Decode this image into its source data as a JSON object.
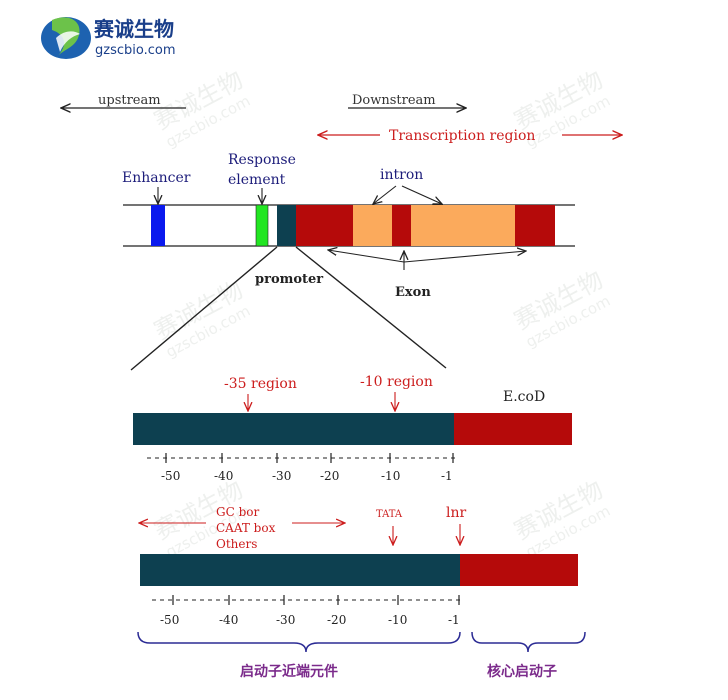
{
  "logo": {
    "name_cn": "赛诚生物",
    "url": "gzscbio.com"
  },
  "watermark": {
    "name_cn": "赛诚生物",
    "url": "gzscbio.com"
  },
  "labels": {
    "upstream": "upstream",
    "downstream": "Downstream",
    "transcription_region": "Transcription    region",
    "enhancer": "Enhancer",
    "response_line1": "Response",
    "response_line2": "element",
    "intron": "intron",
    "promoter": "promoter",
    "exon": "Exon",
    "minus35": "-35 region",
    "minus10": "-10 region",
    "ecod": "E.coD",
    "gc_box": "GC bor",
    "caat_box": "CAAT  box",
    "others": "Others",
    "tata": "TATA",
    "inr": "lnr",
    "proximal_cn": "启动子近端元件",
    "core_cn": "核心启动子"
  },
  "axis1_ticks": [
    "-50",
    "-40",
    "-30",
    "-20",
    "-10",
    "-1"
  ],
  "axis2_ticks": [
    "-50",
    "-40",
    "-30",
    "-20",
    "-10",
    "-1"
  ],
  "colors": {
    "enhancer": "#0a19ee",
    "response": "#22e622",
    "promoter_box": "#0d4050",
    "exon": "#b50a0a",
    "intron": "#fbaa5c",
    "label_blue": "#1c1c7a",
    "label_red": "#cc1d1d",
    "brace": "#2b2b94",
    "cn_label": "#7b2b8b"
  }
}
